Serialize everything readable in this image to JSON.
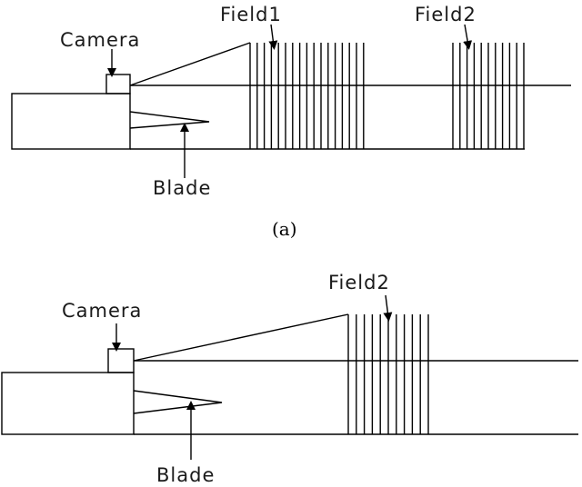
{
  "panel_a": {
    "caption": "(a)",
    "labels": {
      "camera": "Camera",
      "field1": "Field1",
      "field2": "Field2",
      "blade": "Blade"
    }
  },
  "panel_b": {
    "labels": {
      "camera": "Camera",
      "field2": "Field2",
      "blade": "Blade"
    }
  }
}
